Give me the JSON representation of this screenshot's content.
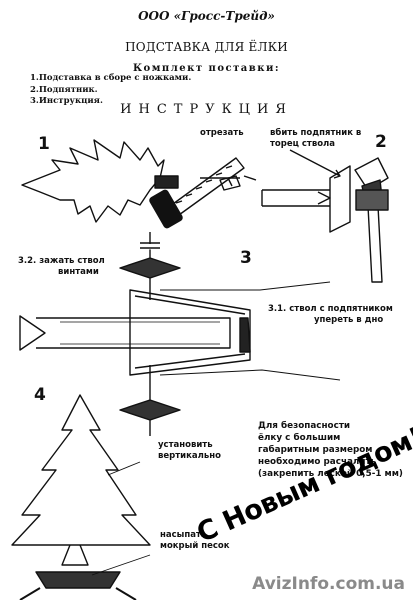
{
  "header": {
    "company": "ООО «Гросс-Трейд»",
    "title": "ПОДСТАВКА ДЛЯ ЁЛКИ"
  },
  "kit": {
    "heading": "Комплект поставки:",
    "items": [
      "1.Подставка в сборе с ножками.",
      "2.Подпятник.",
      "3.Инструкция."
    ]
  },
  "instructions_heading": "ИНСТРУКЦИЯ",
  "steps": {
    "s1": {
      "number": "1",
      "label": "отрезать"
    },
    "s2": {
      "number": "2",
      "label_line1": "вбить подпятник в",
      "label_line2": "торец ствола"
    },
    "s3": {
      "number": "3",
      "sub1_line1": "3.2.   зажать ствол",
      "sub1_line2": "винтами",
      "sub2_line1": "3.1.  ствол с подпятником",
      "sub2_line2": "упереть в дно"
    },
    "s4": {
      "number": "4",
      "label1_line1": "установить",
      "label1_line2": "вертикально",
      "label2_line1": "насыпать",
      "label2_line2": "мокрый песок"
    }
  },
  "safety_note": {
    "line1": "Для  безопасности",
    "line2": "ёлку  с большим",
    "line3": "габаритным  размером",
    "line4": "необходимо расчалить",
    "line5": "(закрепить леской 0,5-1 мм)"
  },
  "greeting": "С Новым годом!",
  "watermark": "AvizInfo.com.ua"
}
